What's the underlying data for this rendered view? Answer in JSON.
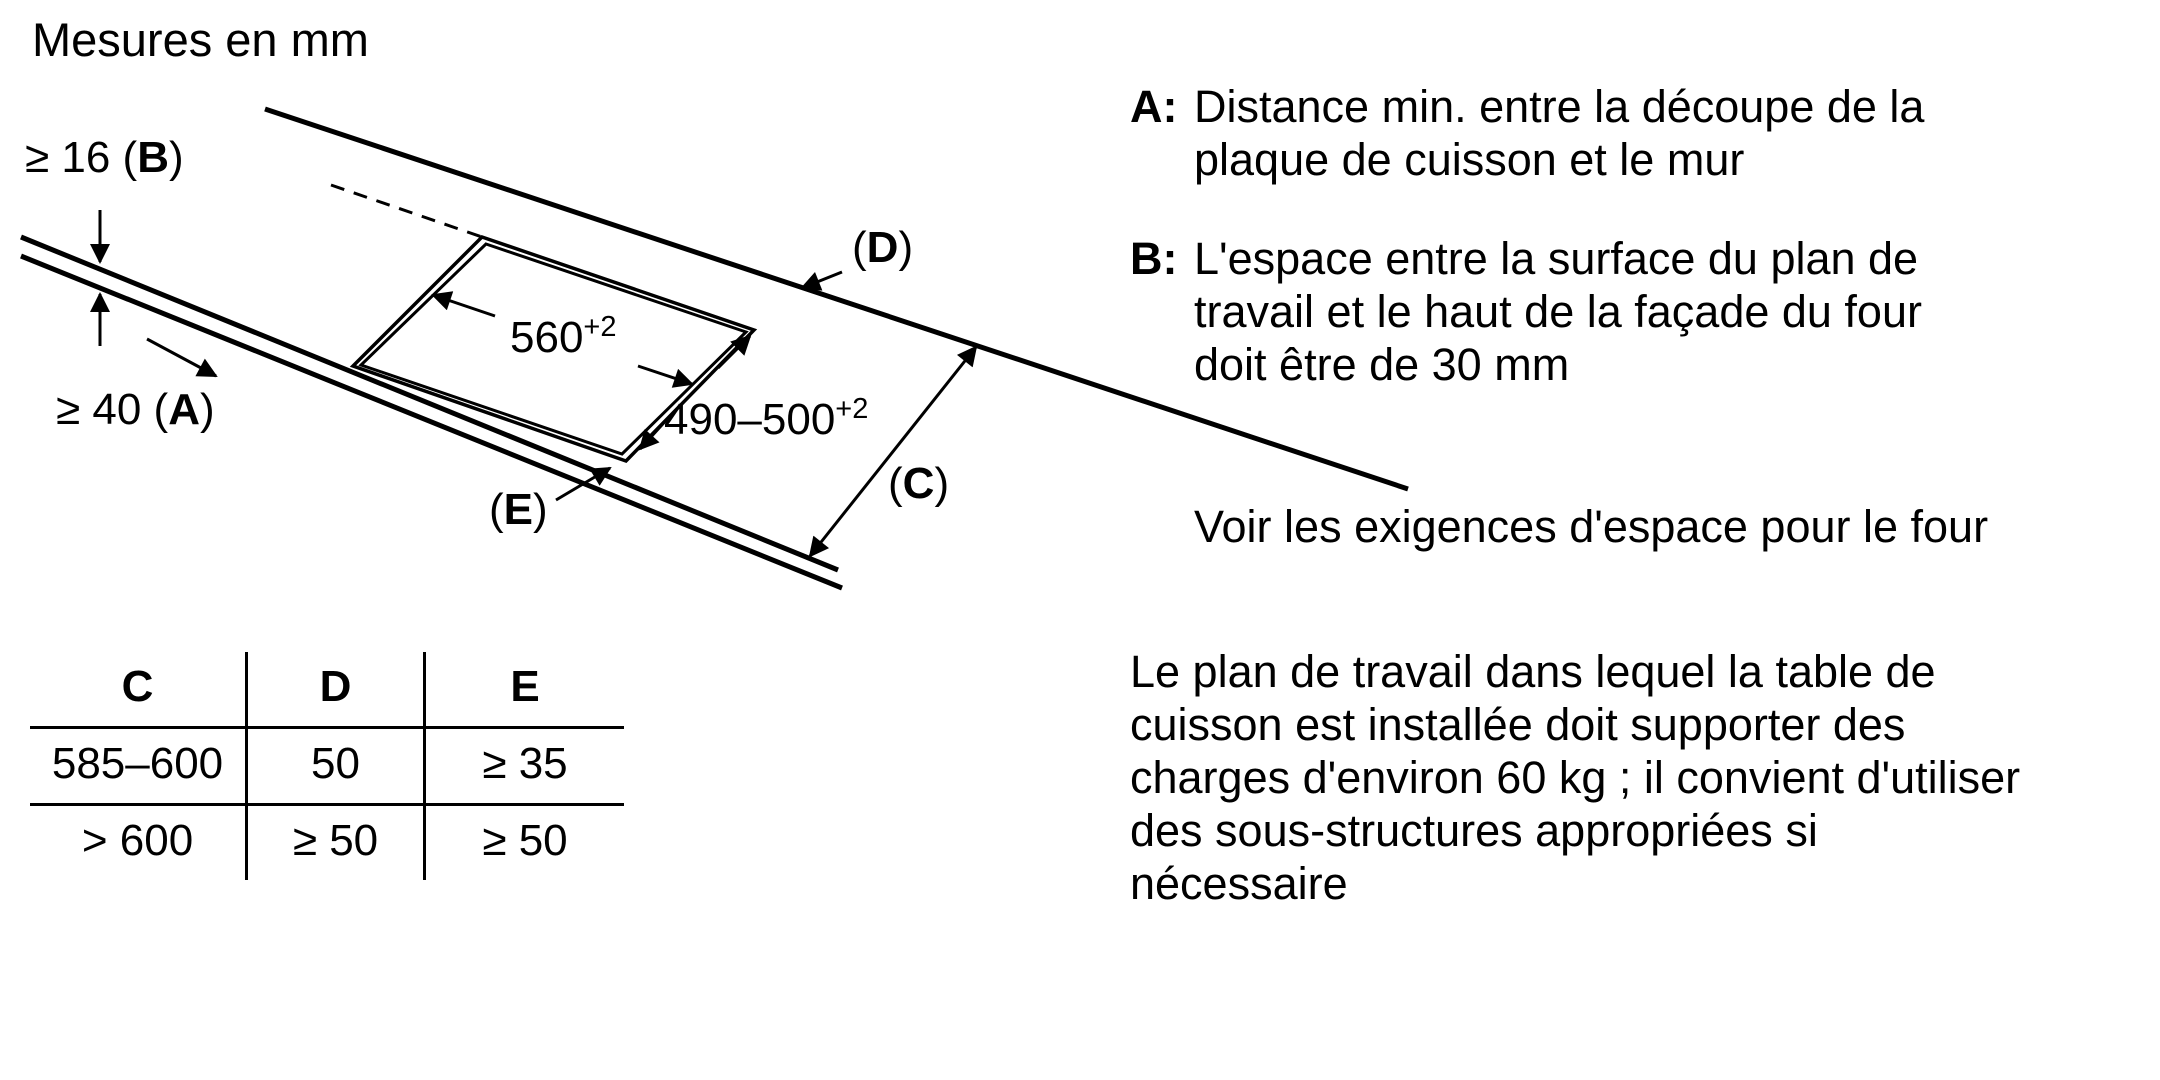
{
  "title": "Mesures en mm",
  "colors": {
    "ink": "#000000",
    "background": "#ffffff"
  },
  "diagram": {
    "dim_b": {
      "pre": "≥ 16 (",
      "letter": "B",
      "post": ")"
    },
    "dim_a": {
      "pre": "≥ 40 (",
      "letter": "A",
      "post": ")"
    },
    "dim_560": {
      "main": "560",
      "sup": "+2"
    },
    "dim_490": {
      "main": "490–500",
      "sup": "+2"
    },
    "label_c": {
      "pre": "(",
      "letter": "C",
      "post": ")"
    },
    "label_d": {
      "pre": "(",
      "letter": "D",
      "post": ")"
    },
    "label_e": {
      "pre": "(",
      "letter": "E",
      "post": ")"
    }
  },
  "table": {
    "headers": [
      "C",
      "D",
      "E"
    ],
    "rows": [
      [
        "585–600",
        "50",
        "≥ 35"
      ],
      [
        "> 600",
        "≥ 50",
        "≥ 50"
      ]
    ]
  },
  "legend": {
    "items": [
      {
        "label": "A:",
        "text": "Distance min. entre la découpe de la\nplaque de cuisson et le mur"
      },
      {
        "label": "B:",
        "text": "L'espace entre la surface du plan de\ntravail et le haut de la façade du four\ndoit être de 30 mm"
      }
    ],
    "note": "Voir les exigences d'espace pour le four",
    "paragraph": "Le plan de travail dans lequel la table de\ncuisson est installée doit supporter des\ncharges d'environ 60 kg ; il convient d'utiliser\ndes sous-structures appropriées si\nnécessaire"
  }
}
